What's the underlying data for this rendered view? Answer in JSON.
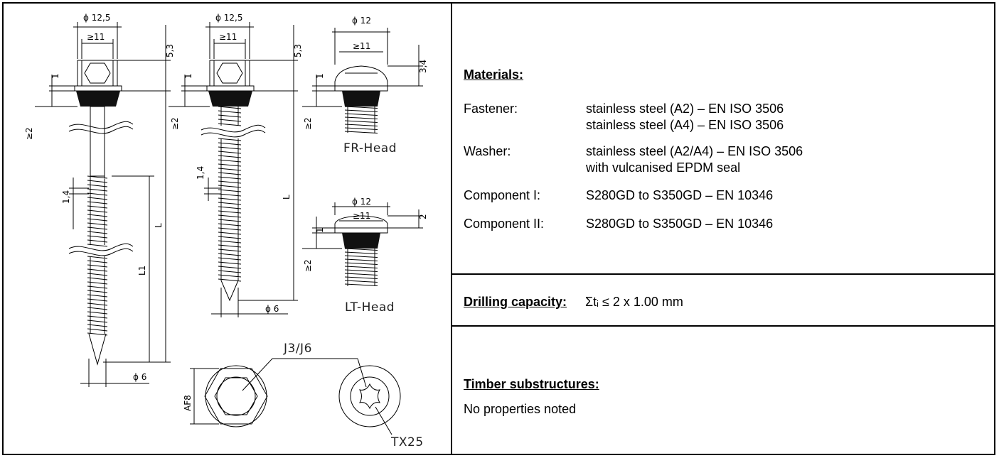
{
  "drawing": {
    "dims": {
      "d_head_1": "ϕ 12,5",
      "d_face_1": "≥11",
      "h_head_1": "5,3",
      "washer_1": "1",
      "seal_1": "≥2",
      "pitch_1": "1,4",
      "L_1": "L",
      "L1_1": "L1",
      "d_thread_1": "ϕ 6",
      "d_head_2": "ϕ 12,5",
      "d_face_2": "≥11",
      "h_head_2": "5,3",
      "washer_2": "1",
      "seal_2": "≥2",
      "pitch_2": "1,4",
      "L_2": "L",
      "d_thread_2": "ϕ 6",
      "d_head_fr": "ϕ 12",
      "d_face_fr": "≥11",
      "h_head_fr": "3,4",
      "washer_fr": "1",
      "seal_fr": "≥2",
      "d_head_lt": "ϕ 12",
      "d_face_lt": "≥11",
      "h_head_lt": "2",
      "washer_lt": "1",
      "seal_lt": "≥2",
      "drive_bit": "J3/J6",
      "af": "AF8",
      "torx": "TX25"
    },
    "labels": {
      "fr_head": "FR-Head",
      "lt_head": "LT-Head"
    }
  },
  "materials": {
    "title": "Materials:",
    "rows": [
      {
        "key": "Fastener:",
        "lines": [
          "stainless steel (A2) – EN ISO 3506",
          "stainless steel (A4) – EN ISO 3506"
        ]
      },
      {
        "key": "Washer:",
        "lines": [
          "stainless steel (A2/A4) – EN ISO 3506",
          "with vulcanised EPDM seal"
        ]
      },
      {
        "key": "Component I:",
        "lines": [
          "S280GD to S350GD – EN 10346"
        ]
      },
      {
        "key": "Component II:",
        "lines": [
          "S280GD to S350GD – EN 10346"
        ]
      }
    ]
  },
  "drilling": {
    "title": "Drilling capacity:",
    "value": "Σtᵢ ≤ 2 x 1.00 mm"
  },
  "timber": {
    "title": "Timber substructures:",
    "value": "No properties noted"
  }
}
